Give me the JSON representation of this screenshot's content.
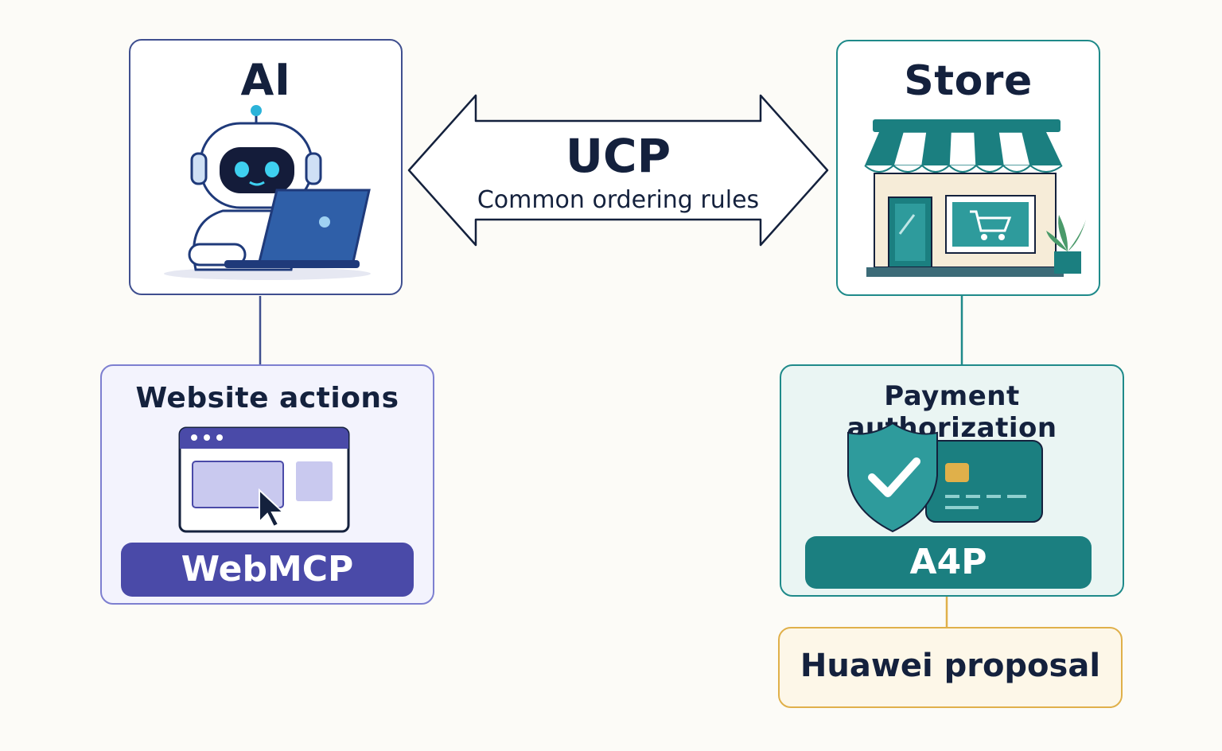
{
  "colors": {
    "background": "#fcfbf7",
    "navy": "#14213d",
    "ai_border": "#3f4f8f",
    "store_teal": "#1f8a8a",
    "webmcp_purple": "#4a4aa8",
    "a4p_teal": "#1b7f80",
    "huawei_border": "#e0b04a"
  },
  "ai": {
    "title": "AI",
    "illustration": "robot-with-laptop"
  },
  "store": {
    "title": "Store",
    "illustration": "storefront-with-cart"
  },
  "ucp": {
    "title": "UCP",
    "subtitle": "Common ordering rules"
  },
  "website_actions": {
    "title": "Website actions",
    "badge": "WebMCP",
    "illustration": "browser-window-cursor"
  },
  "payment": {
    "title": "Payment authorization",
    "badge": "A4P",
    "illustration": "shield-check-credit-card"
  },
  "huawei": {
    "label": "Huawei proposal"
  }
}
